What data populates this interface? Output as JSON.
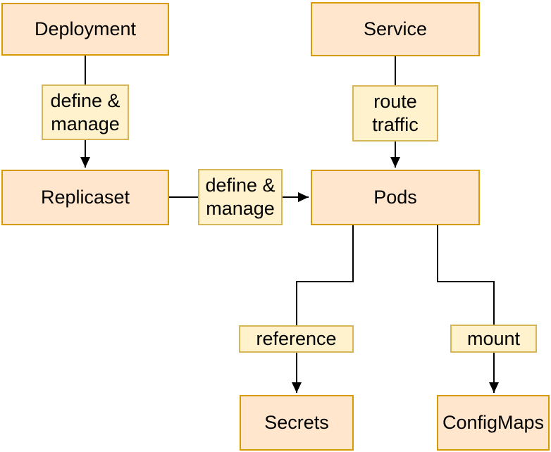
{
  "diagram": {
    "type": "flowchart",
    "topic": "Kubernetes objects relationships",
    "colors": {
      "bg": "#ffffff",
      "node_fill": "#ffe6cc",
      "node_stroke": "#d79b00",
      "label_fill": "#fff2cc",
      "label_stroke": "#d6b656",
      "edge_color": "#000000",
      "text_color": "#000000"
    },
    "nodes": {
      "deployment": {
        "label": "Deployment"
      },
      "service": {
        "label": "Service"
      },
      "replicaset": {
        "label": "Replicaset"
      },
      "pods": {
        "label": "Pods"
      },
      "secrets": {
        "label": "Secrets"
      },
      "configmaps": {
        "label": "ConfigMaps"
      }
    },
    "edge_labels": {
      "deploy_to_replicaset": {
        "text": "define & manage",
        "lines": [
          "define &",
          "manage"
        ]
      },
      "service_to_pods": {
        "text": "route traffic",
        "lines": [
          "route",
          "traffic"
        ]
      },
      "replicaset_to_pods": {
        "text": "define & manage",
        "lines": [
          "define &",
          "manage"
        ]
      },
      "pods_to_secrets": {
        "text": "reference",
        "lines": [
          "reference"
        ]
      },
      "pods_to_configmaps": {
        "text": "mount",
        "lines": [
          "mount"
        ]
      }
    },
    "edges": [
      {
        "from": "Deployment",
        "to": "Replicaset",
        "label": "define & manage",
        "arrowhead": "filled-triangle"
      },
      {
        "from": "Service",
        "to": "Pods",
        "label": "route traffic",
        "arrowhead": "filled-triangle"
      },
      {
        "from": "Replicaset",
        "to": "Pods",
        "label": "define & manage",
        "arrowhead": "filled-triangle"
      },
      {
        "from": "Pods",
        "to": "Secrets",
        "label": "reference",
        "arrowhead": "filled-triangle"
      },
      {
        "from": "Pods",
        "to": "ConfigMaps",
        "label": "mount",
        "arrowhead": "filled-triangle"
      }
    ]
  }
}
